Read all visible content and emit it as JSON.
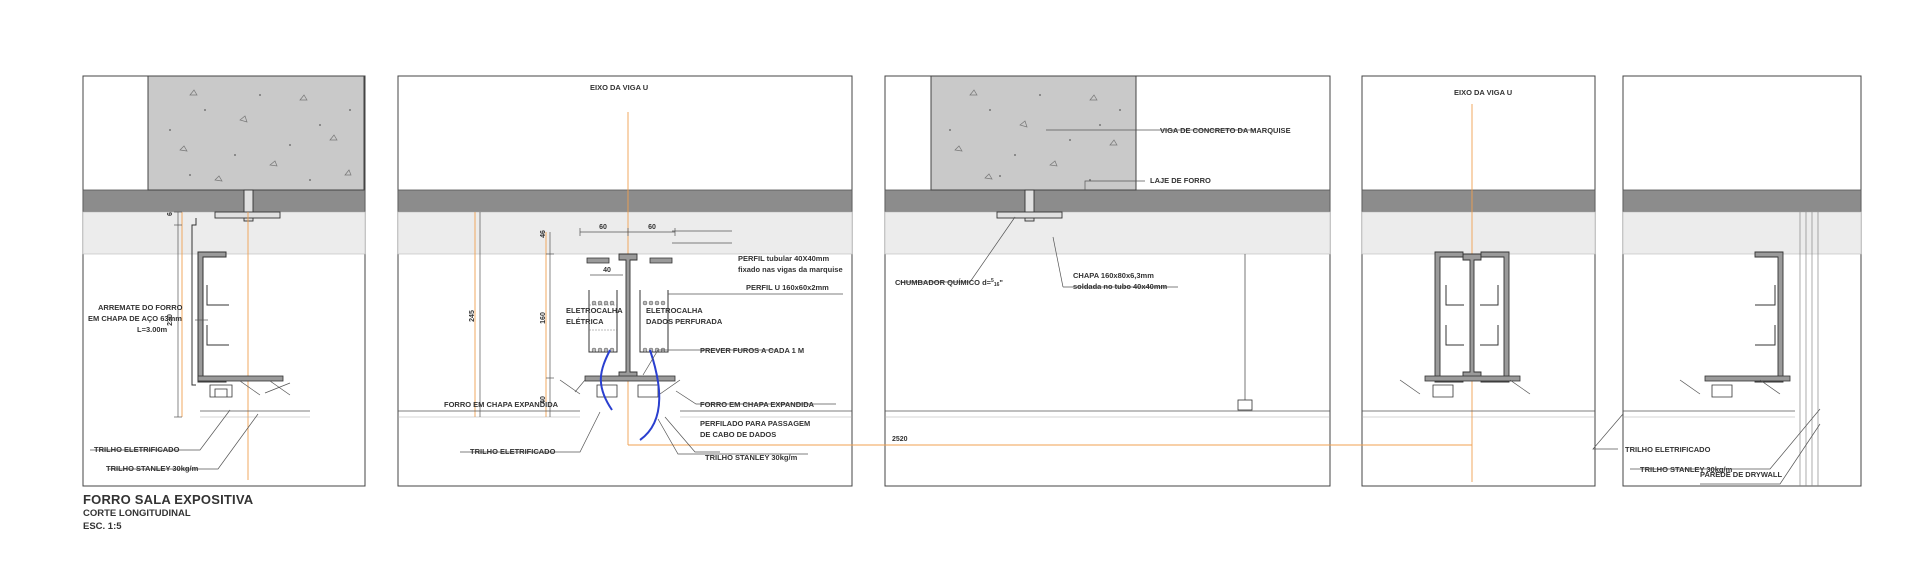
{
  "title": {
    "name": "FORRO SALA EXPOSITIVA",
    "section": "CORTE LONGITUDINAL",
    "scale": "ESC. 1:5"
  },
  "labels": {
    "arremate_1": "ARREMATE DO FORRO",
    "arremate_2": "EM CHAPA DE AÇO 63mm",
    "arremate_3": "L=3.00m",
    "trilho_eletrificado": "TRILHO ELETRIFICADO",
    "trilho_stanley": "TRILHO STANLEY 30kg/m",
    "eixo_viga": "EIXO  DA VIGA U",
    "eixo_viga_2": "EIXO  DA VIGA U",
    "perfil_tubular_1": "PERFIL tubular 40X40mm",
    "perfil_tubular_2": "fixado nas vigas da marquise",
    "perfil_u": "PERFIL U 160x60x2mm",
    "eletrocalha_eletrica_1": "ELETROCALHA",
    "eletrocalha_eletrica_2": "ELÉTRICA",
    "eletrocalha_dados_1": "ELETROCALHA",
    "eletrocalha_dados_2": "DADOS PERFURADA",
    "prever_furos": "PREVER FUROS A CADA 1 M",
    "forro_chapa_left": "FORRO EM CHAPA EXPANDIDA",
    "forro_chapa_right": "FORRO EM CHAPA EXPANDIDA",
    "perfilado_1": "PERFILADO PARA PASSAGEM",
    "perfilado_2": "DE CABO DE DADOS",
    "trilho_eletrificado_2": "TRILHO ELETRIFICADO",
    "trilho_stanley_2": "TRILHO STANLEY 30kg/m",
    "viga_concreto": "VIGA DE CONCRETO DA MARQUISE",
    "laje_forro": "LAJE DE FORRO",
    "chumbador": "CHUMBADOR QUÍMICO d=",
    "chumbador_sup": "5",
    "chumbador_sub": "16",
    "chumbador_end": "\"",
    "chapa_1": "CHAPA 160x80x6,3mm",
    "chapa_2": "soldada no tubo 40x40mm",
    "trilho_eletrificado_3": "TRILHO ELETRIFICADO",
    "trilho_stanley_3": "TRILHO STANLEY 30kg/m",
    "parede_drywall": "PAREDE DE DRYWALL"
  },
  "dimensions": {
    "d6": "6",
    "d230": "230",
    "d60a": "60",
    "d60b": "60",
    "d46": "46",
    "d40w": "40",
    "d245": "245",
    "d160": "160",
    "d40h": "40",
    "d2520": "2520"
  },
  "colors": {
    "line": "#333333",
    "slab": "#8c8c8c",
    "concrete": "#c9c9c9",
    "band": "#ececec",
    "axis": "#f0a050",
    "cable": "#2a3fcf"
  }
}
